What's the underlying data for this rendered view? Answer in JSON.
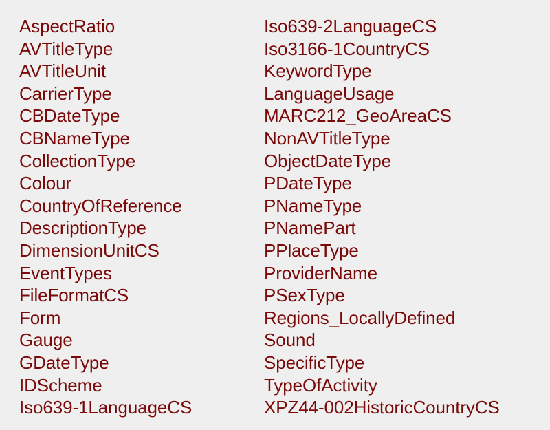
{
  "columns": {
    "left": [
      "AspectRatio",
      "AVTitleType",
      "AVTitleUnit",
      "CarrierType",
      "CBDateType",
      "CBNameType",
      "CollectionType",
      "Colour",
      "CountryOfReference",
      "DescriptionType",
      "DimensionUnitCS",
      "EventTypes",
      "FileFormatCS",
      "Form",
      "Gauge",
      "GDateType",
      "IDScheme",
      "Iso639-1LanguageCS"
    ],
    "right": [
      "Iso639-2LanguageCS",
      "Iso3166-1CountryCS",
      "KeywordType",
      "LanguageUsage",
      "MARC212_GeoAreaCS",
      "NonAVTitleType",
      "ObjectDateType",
      "PDateType",
      "PNameType",
      "PNamePart",
      "PPlaceType",
      "ProviderName",
      "PSexType",
      "Regions_LocallyDefined",
      "Sound",
      "SpecificType",
      "TypeOfActivity",
      "XPZ44-002HistoricCountryCS"
    ]
  },
  "colors": {
    "text": "#7a0a0a",
    "background": "#efefef"
  }
}
